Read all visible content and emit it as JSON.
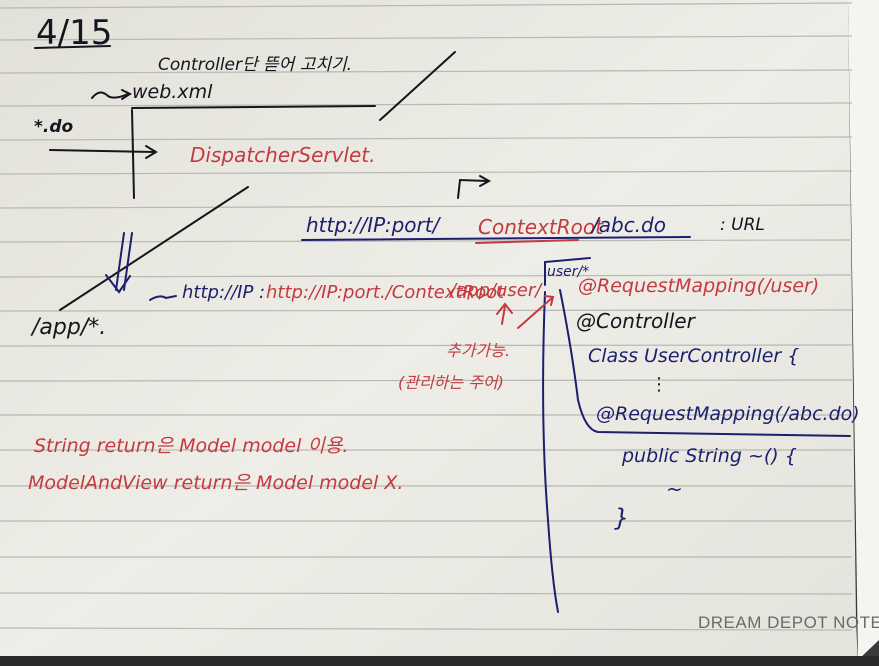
{
  "colors": {
    "paper": "#ecebe4",
    "rule": "#b8b8b4",
    "ink_blue": "#1c1f6e",
    "ink_black": "#15151d",
    "ink_red": "#c43a3f",
    "brand_gray": "#6a6a6a"
  },
  "date": "4/15",
  "title_note": "Controller단 뜯어 고치기.",
  "web_xml": "web.xml",
  "do_pattern": "*.do",
  "dispatcher": "DispatcherServlet.",
  "url_template": "http://IP:port/ContextRoot/abc.do",
  "url_parts": {
    "proto": "http://IP:port/",
    "context_root": "ContextRoot",
    "path": "/abc.do",
    "label": ": URL"
  },
  "app_pattern": "/app/*.",
  "url_app": "http://IP:port./ContextRoot/app/user/",
  "url_app_parts": {
    "prefix": "http://IP:port./ContextRoot",
    "app_user": "/app/user/",
    "user_box": "user/*"
  },
  "mapping_class": "@RequestMapping(/user)",
  "controller_anno": "@Controller",
  "class_decl": "Class UserController {",
  "dots": "⋮",
  "mapping_method": "@RequestMapping(/abc.do)",
  "method_decl": "public String ~() {",
  "method_body": "~",
  "method_close": "}",
  "red_note_1": "추가가능.",
  "red_note_2": "(관리하는 주어)",
  "string_note": "String return은 Model model 이용.",
  "mav_note": "ModelAndView return은 Model model X.",
  "brand": "DREAM DEPOT NOTE"
}
